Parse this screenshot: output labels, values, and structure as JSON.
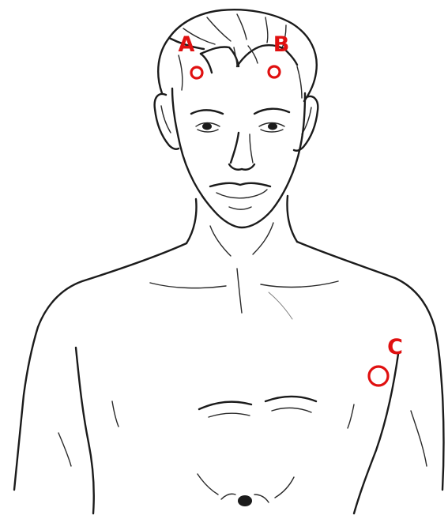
{
  "accent_color": "#e01010",
  "figure": {
    "icon": "male-torso-sketch-icon"
  },
  "markers": [
    {
      "id": "A",
      "label": "A"
    },
    {
      "id": "B",
      "label": "B"
    },
    {
      "id": "C",
      "label": "C"
    }
  ]
}
